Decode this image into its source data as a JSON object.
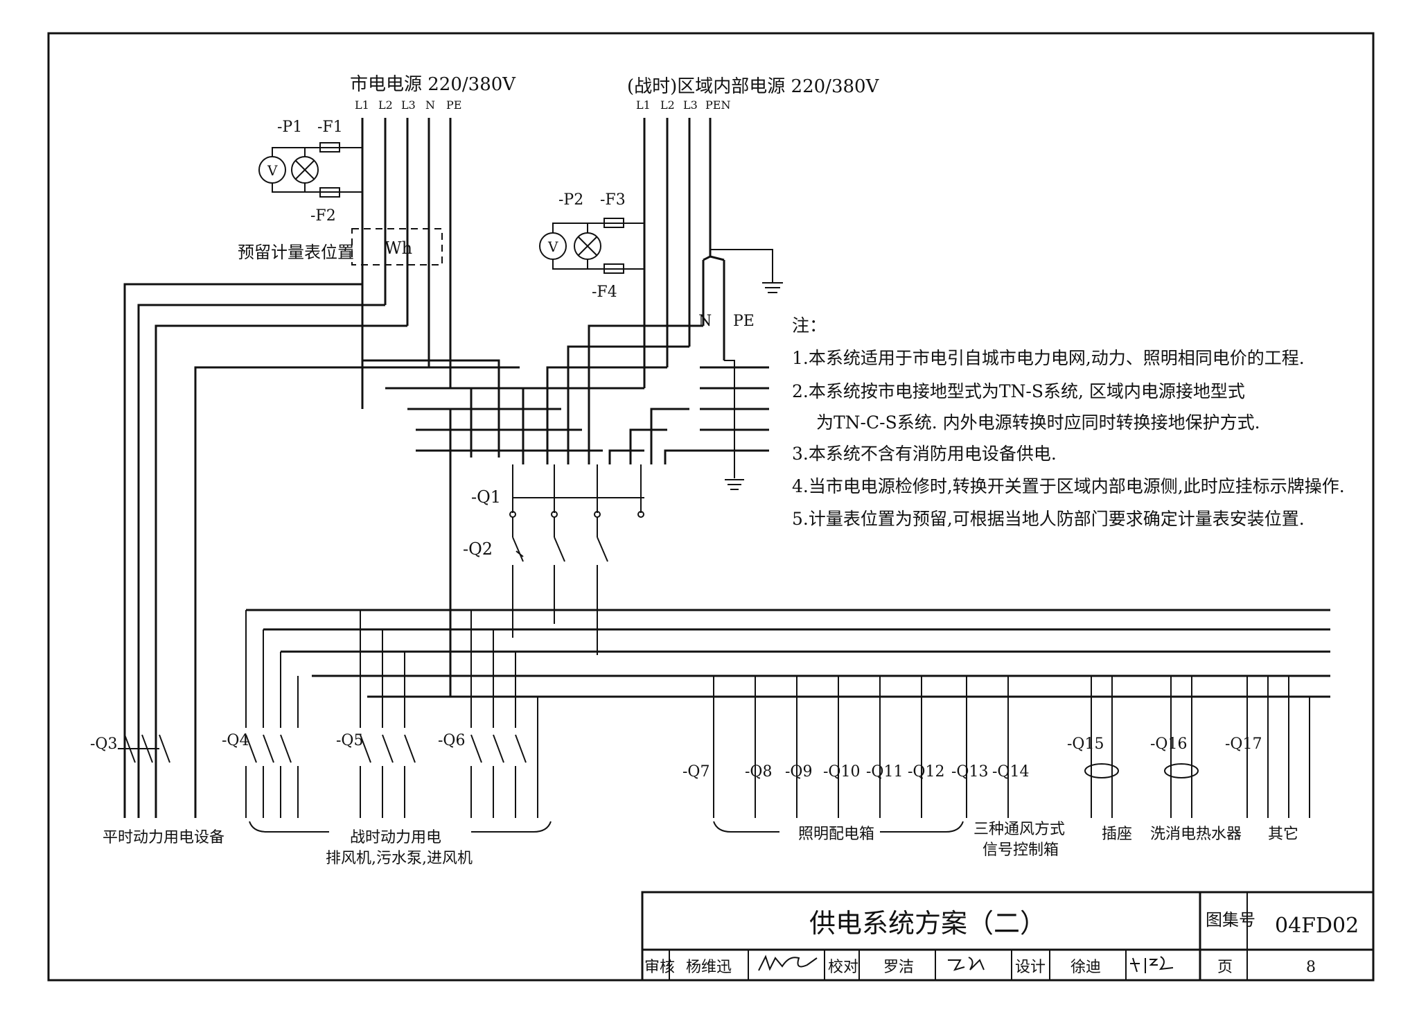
{
  "sources": {
    "mains": {
      "title": "市电电源 220/380V",
      "lines": [
        "L1",
        "L2",
        "L3",
        "N",
        "PE"
      ]
    },
    "internal": {
      "title": "(战时)区域内部电源 220/380V",
      "lines": [
        "L1",
        "L2",
        "L3",
        "PEN"
      ]
    },
    "internal_split": {
      "n": "N",
      "pe": "PE"
    }
  },
  "instruments": {
    "p1": "-P1",
    "f1": "-F1",
    "f2": "-F2",
    "p2": "-P2",
    "f3": "-F3",
    "f4": "-F4",
    "voltmeter": "V",
    "meter_label": "预留计量表位置",
    "meter": "Wh"
  },
  "switches": {
    "q1": "-Q1",
    "q2": "-Q2",
    "q3": "-Q3",
    "q4": "-Q4",
    "q5": "-Q5",
    "q6": "-Q6",
    "q7": "-Q7",
    "q8": "-Q8",
    "q9": "-Q9",
    "q10": "-Q10",
    "q11": "-Q11",
    "q12": "-Q12",
    "q13": "-Q13",
    "q14": "-Q14",
    "q15": "-Q15",
    "q16": "-Q16",
    "q17": "-Q17"
  },
  "loads": {
    "peace_power": "平时动力用电设备",
    "war_power_1": "战时动力用电",
    "war_power_2": "排风机,污水泵,进风机",
    "lighting": "照明配电箱",
    "vent_1": "三种通风方式",
    "vent_2": "信号控制箱",
    "socket": "插座",
    "heater": "洗消电热水器",
    "other": "其它"
  },
  "notes": {
    "title": "注：",
    "items": [
      "1.本系统适用于市电引自城市电力电网,动力、照明相同电价的工程.",
      "2.本系统按市电接地型式为TN-S系统, 区域内电源接地型式",
      "为TN-C-S系统. 内外电源转换时应同时转换接地保护方式.",
      "3.本系统不含有消防用电设备供电.",
      "4.当市电电源检修时,转换开关置于区域内部电源侧,此时应挂标示牌操作.",
      "5.计量表位置为预留,可根据当地人防部门要求确定计量表安装位置."
    ]
  },
  "title_block": {
    "title": "供电系统方案（二）",
    "atlas_label": "图集号",
    "atlas_no": "04FD02",
    "review_label": "审核",
    "reviewer": "杨维迅",
    "check_label": "校对",
    "checker": "罗洁",
    "design_label": "设计",
    "designer": "徐迪",
    "page_label": "页",
    "page_no": "8"
  }
}
